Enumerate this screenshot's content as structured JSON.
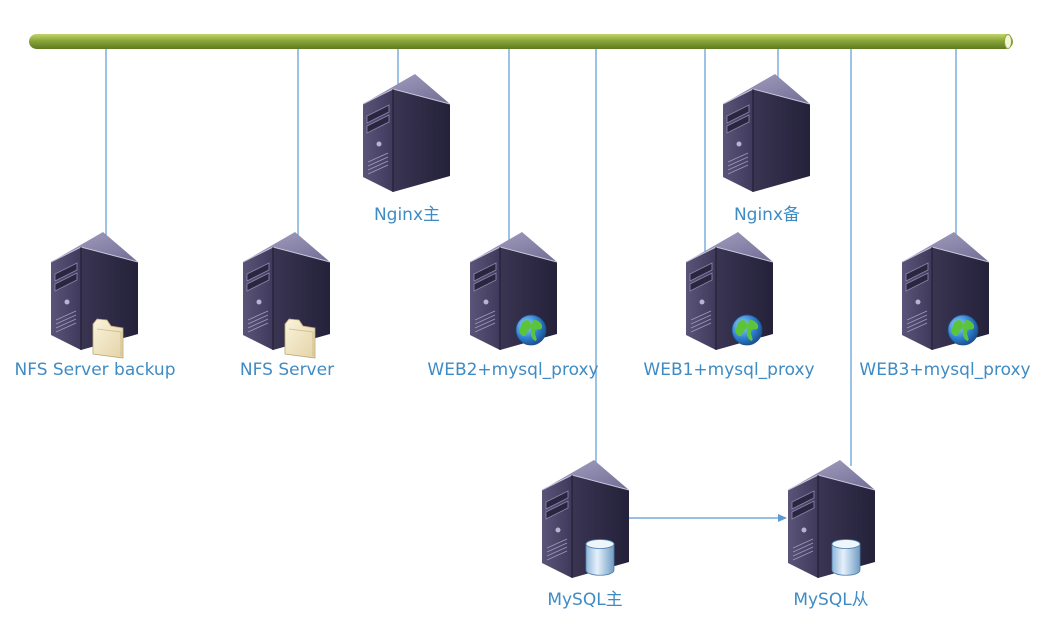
{
  "diagram": {
    "colors": {
      "bus_fill": "#8aa53a",
      "bus_highlight": "#c2d46a",
      "link_line": "#5b9bd5",
      "label_text": "#3f8bc4",
      "server_front": "#4a4468",
      "server_side": "#332f4a",
      "server_top": "#8e89ad"
    },
    "nodes": [
      {
        "id": "nfs-backup",
        "label": "NFS Server backup",
        "icon": "server-folder-icon"
      },
      {
        "id": "nfs",
        "label": "NFS Server",
        "icon": "server-folder-icon"
      },
      {
        "id": "nginx-main",
        "label": "Nginx主",
        "icon": "server-icon"
      },
      {
        "id": "web2",
        "label": "WEB2+mysql_proxy",
        "icon": "server-globe-icon"
      },
      {
        "id": "web1",
        "label": "WEB1+mysql_proxy",
        "icon": "server-globe-icon"
      },
      {
        "id": "nginx-backup",
        "label": "Nginx备",
        "icon": "server-icon"
      },
      {
        "id": "web3",
        "label": "WEB3+mysql_proxy",
        "icon": "server-globe-icon"
      },
      {
        "id": "mysql-master",
        "label": "MySQL主",
        "icon": "server-database-icon"
      },
      {
        "id": "mysql-slave",
        "label": "MySQL从",
        "icon": "server-database-icon"
      }
    ],
    "links": [
      {
        "from": "mysql-master",
        "to": "mysql-slave",
        "type": "replication-arrow"
      }
    ]
  }
}
